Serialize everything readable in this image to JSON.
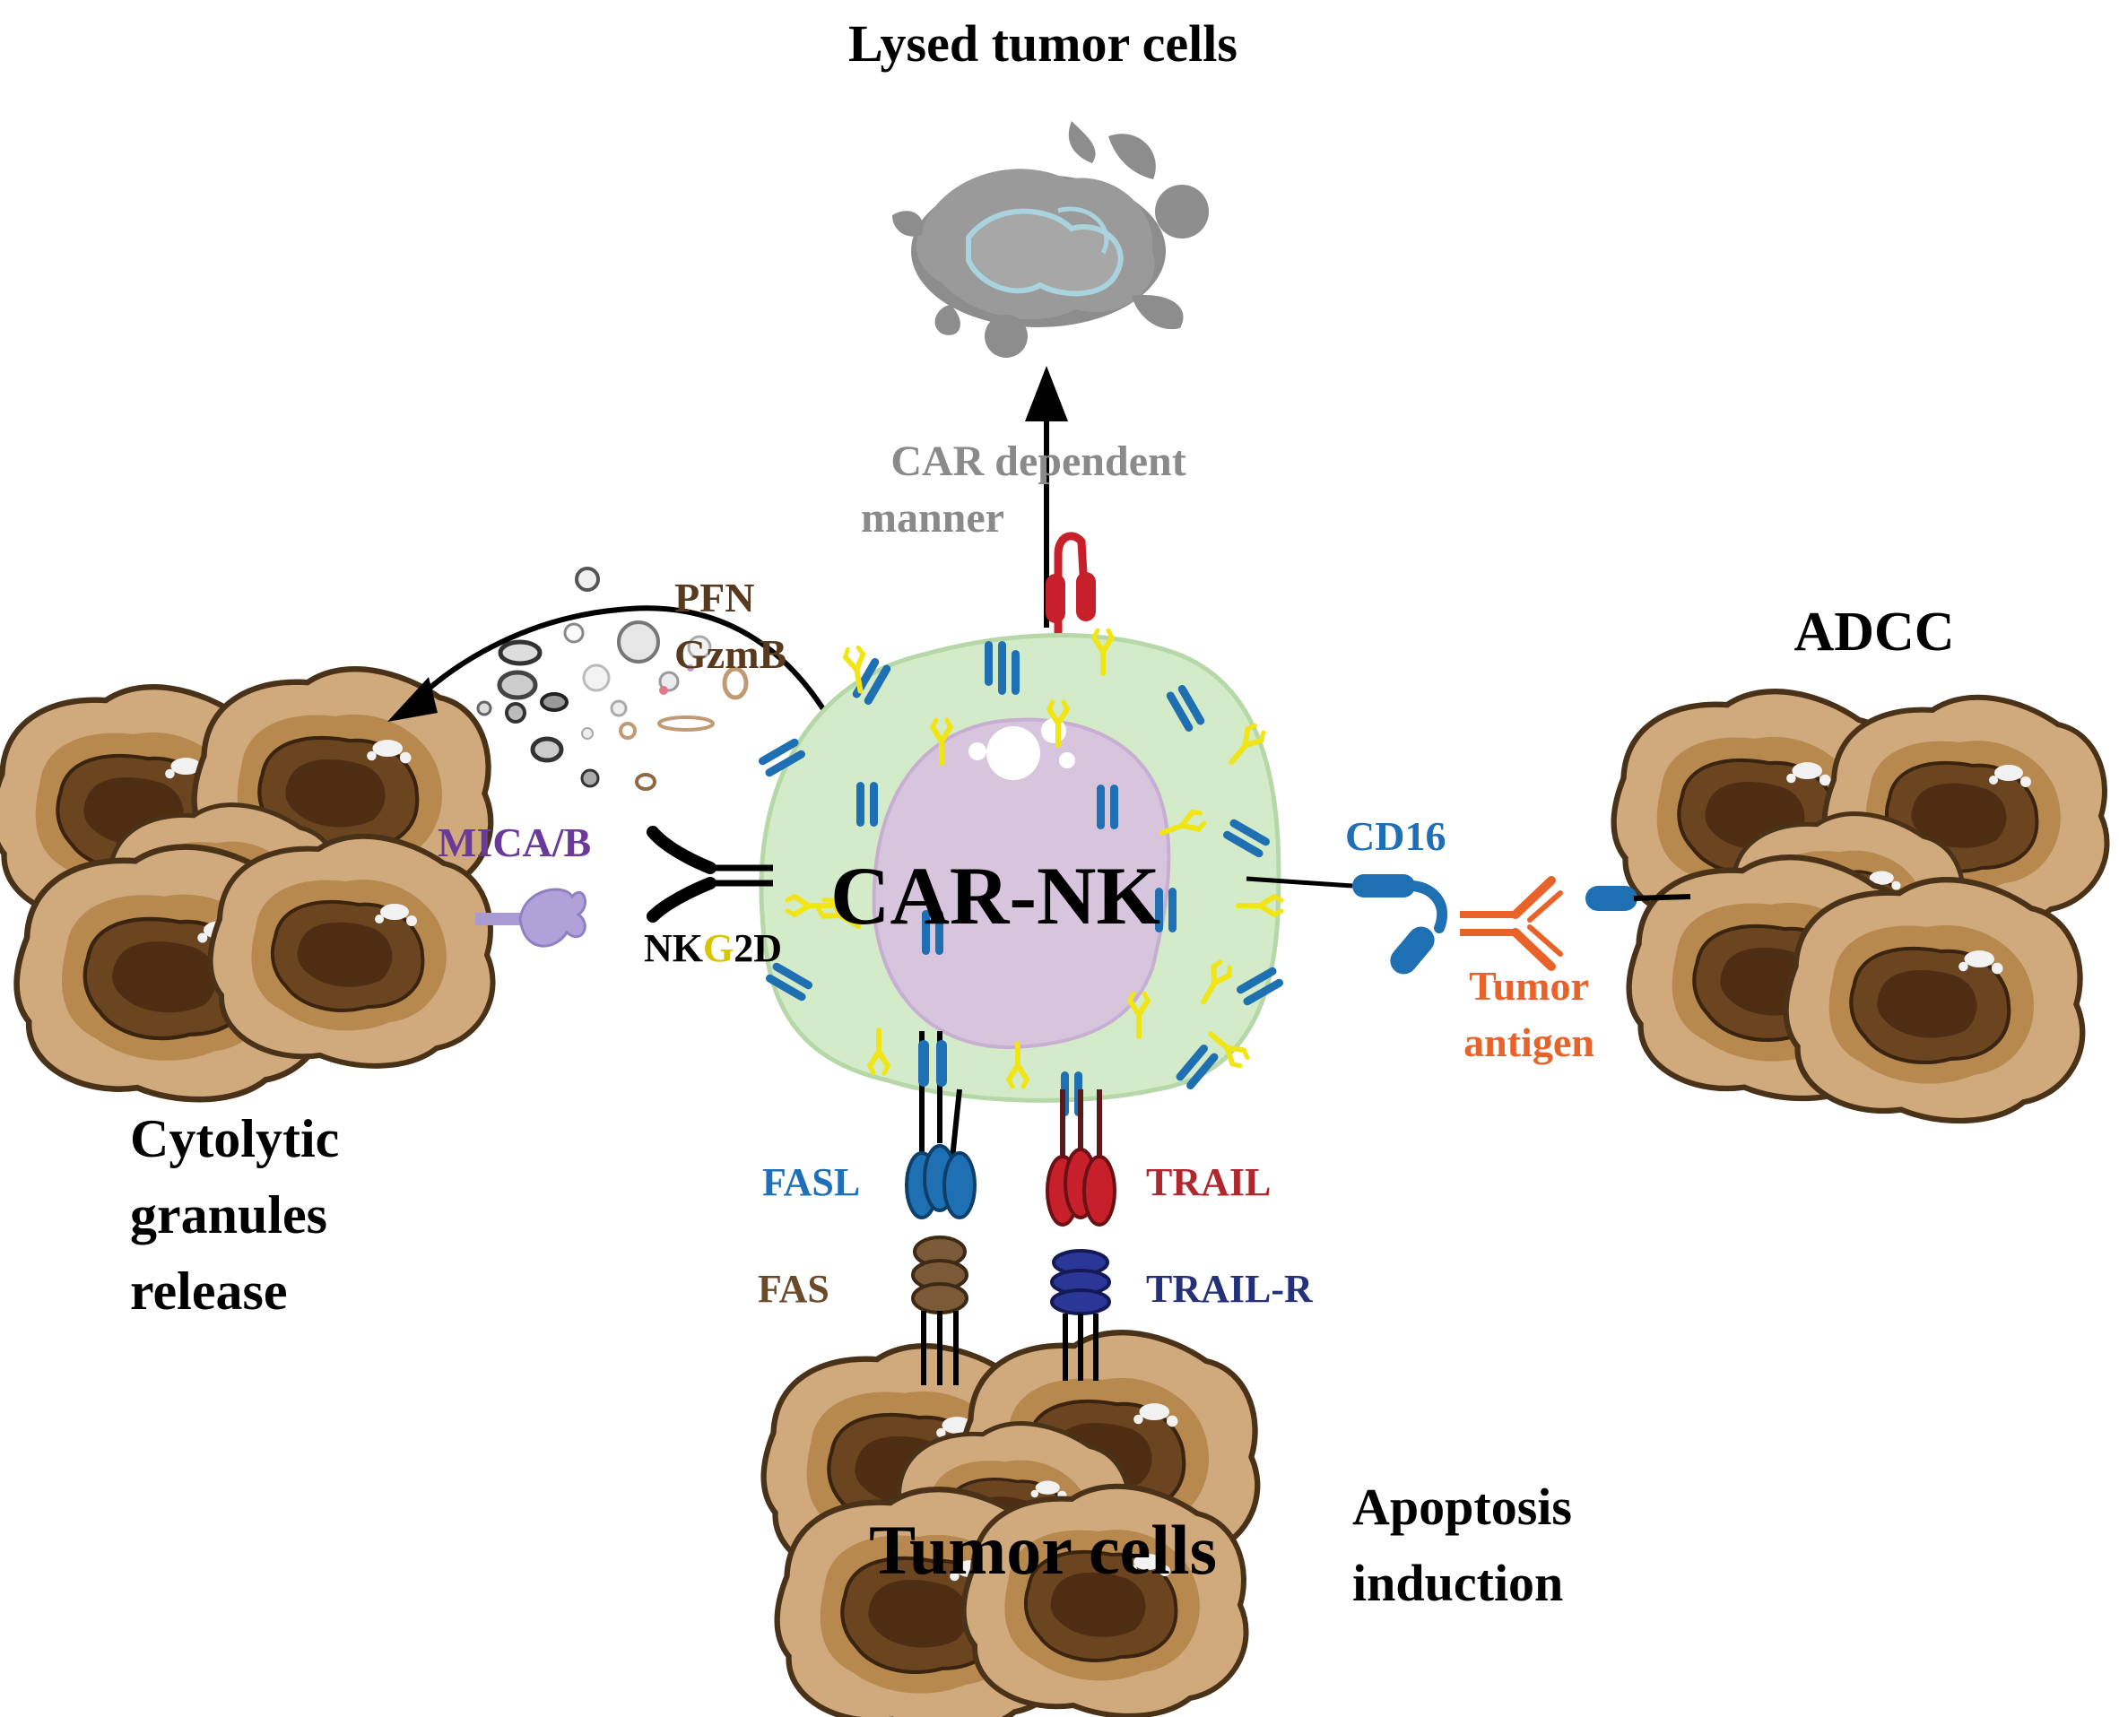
{
  "labels": {
    "lysed_title": "Lysed tumor cells",
    "car_dependent_1": "CAR dependent",
    "car_dependent_2": "manner",
    "pfn": "PFN",
    "gzmb": "GzmB",
    "adcc": "ADCC",
    "mica_b": "MICA/B",
    "nkg2d_nk": "NK",
    "nkg2d_g": "G",
    "nkg2d_2d": "2D",
    "car_nk": "CAR-NK",
    "cd16": "CD16",
    "tumor_antigen_1": "Tumor",
    "tumor_antigen_2": "antigen",
    "cytolytic_1": "Cytolytic",
    "cytolytic_2": "granules",
    "cytolytic_3": "release",
    "fasl": "FASL",
    "trail": "TRAIL",
    "fas": "FAS",
    "trail_r": "TRAIL-R",
    "tumor_cells": "Tumor cells",
    "apoptosis_1": "Apoptosis",
    "apoptosis_2": "induction"
  },
  "colors": {
    "gray_label": "#8a8a8a",
    "brown_label": "#5a3a1e",
    "purple_label": "#6a3a9a",
    "blue_label": "#1e6fb5",
    "orange_label": "#e8632a",
    "red_label": "#b0282e",
    "fas_label": "#6b4a2a",
    "navy_label": "#25307a",
    "yellow": "#f1e516",
    "cell_green": "#d3ebc8",
    "nucleus": "#d7c4dd"
  }
}
